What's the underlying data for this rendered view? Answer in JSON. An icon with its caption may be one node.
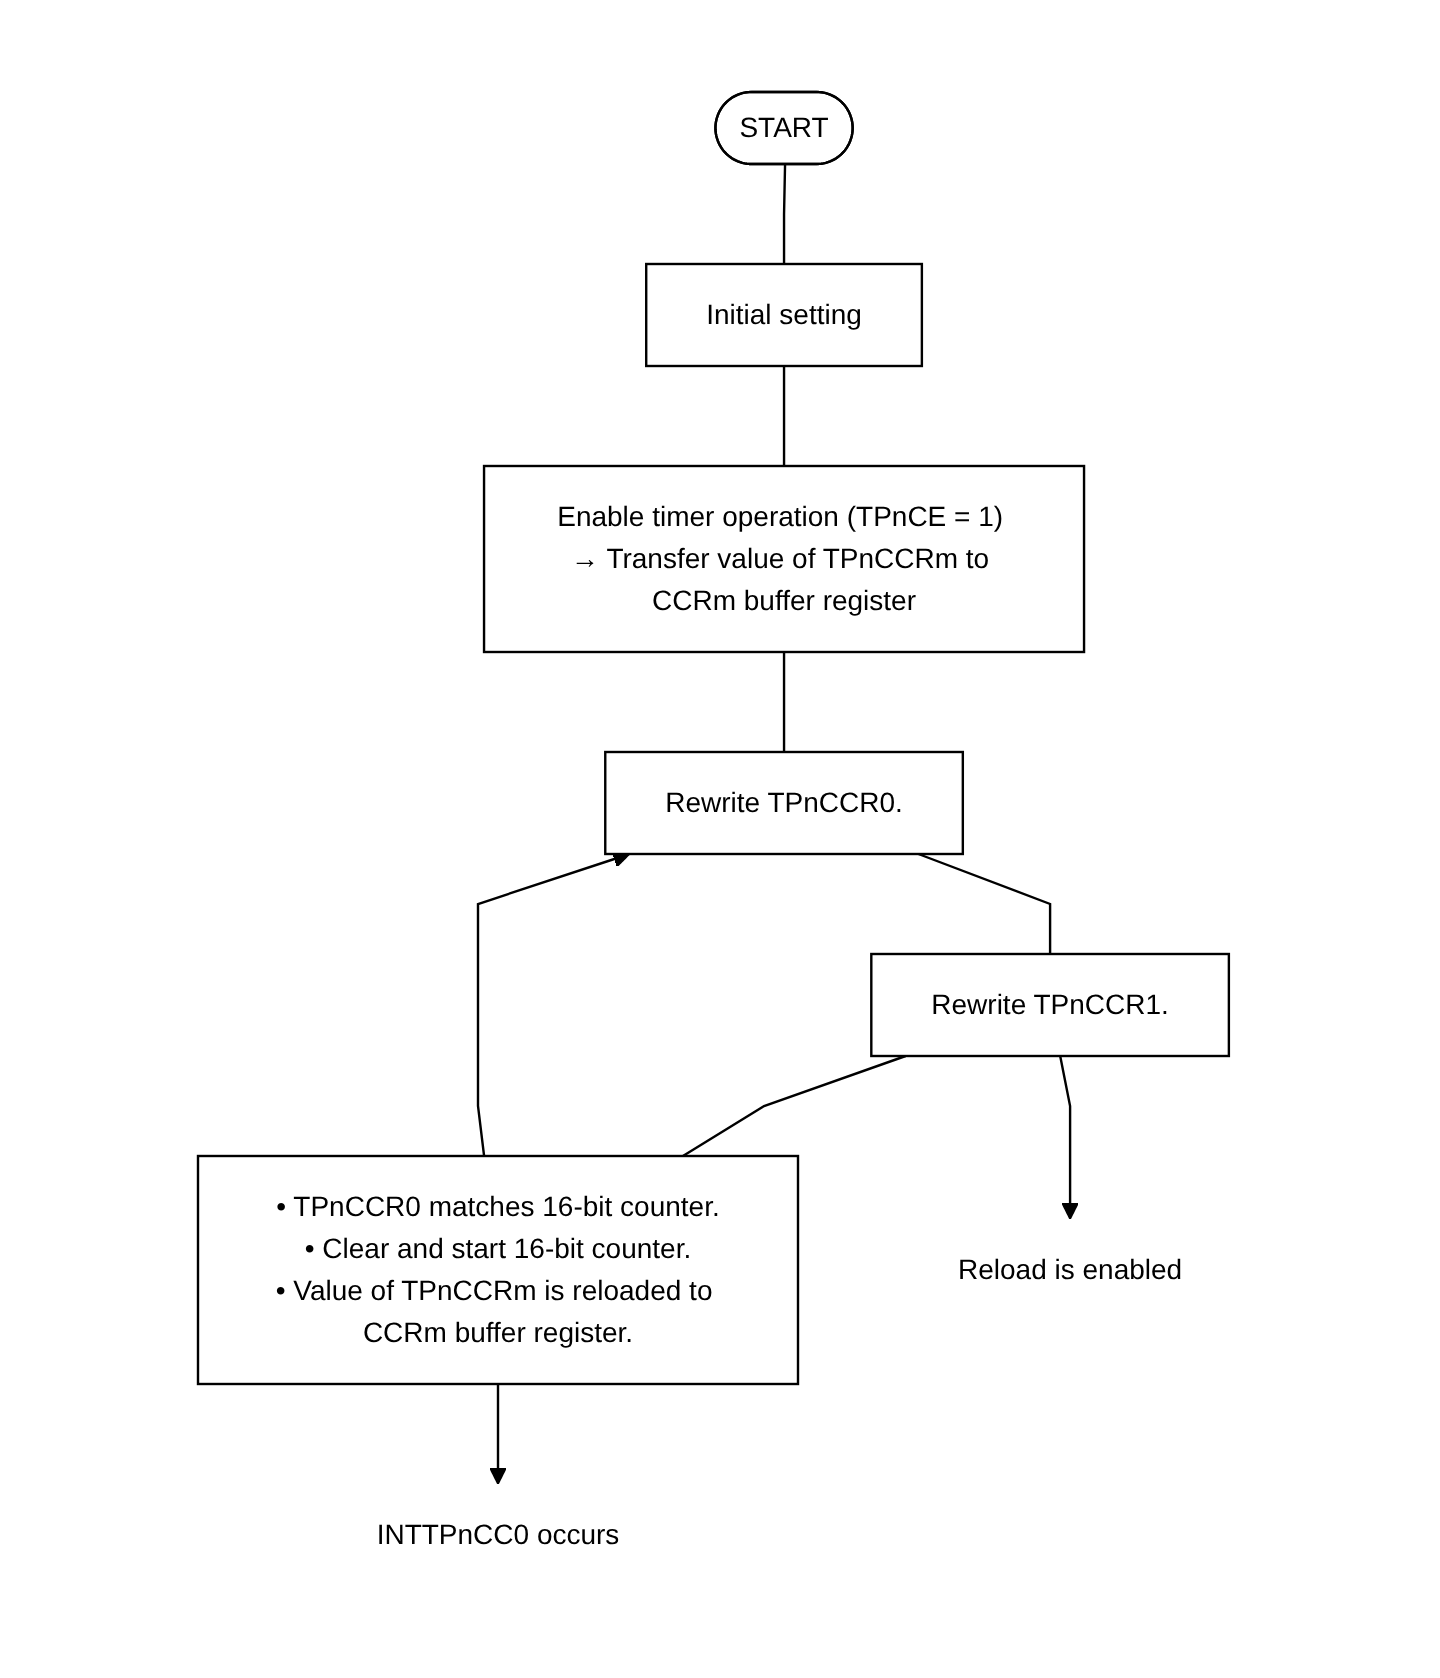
{
  "diagram": {
    "nodes": [
      {
        "text": [
          "START"
        ]
      },
      {
        "text": [
          "Initial setting"
        ]
      },
      {
        "text": [
          "Enable timer operation (TPnCE = 1) → Transfer value of TPnCCRm to CCRm buffer register"
        ]
      },
      {
        "text": [
          "Rewrite TPnCCR0."
        ]
      },
      {
        "text": [
          "Rewrite TPnCCR1."
        ]
      },
      {
        "text": [
          "• TPnCCR0 matches 16-bit counter.",
          "• Clear and start 16-bit counter.",
          "• Value of TPnCCRm is reloaded to CCRm buffer register."
        ]
      },
      {
        "text": [
          "Reload is enabled"
        ]
      },
      {
        "text": [
          "INTTPnCC0 occurs"
        ]
      }
    ],
    "edges": [
      {
        "from": 0,
        "to": 1,
        "arrow": "none"
      },
      {
        "from": 1,
        "to": 2,
        "arrow": "none"
      },
      {
        "from": 2,
        "to": 3,
        "arrow": "none"
      },
      {
        "from": 3,
        "to": 4,
        "arrow": "none"
      },
      {
        "from": 4,
        "to": 5,
        "arrow": "none"
      },
      {
        "from": 5,
        "to": 3,
        "arrow": "to"
      },
      {
        "from": 4,
        "to": 6,
        "arrow": "to"
      },
      {
        "from": 5,
        "to": 7,
        "arrow": "to"
      }
    ]
  }
}
